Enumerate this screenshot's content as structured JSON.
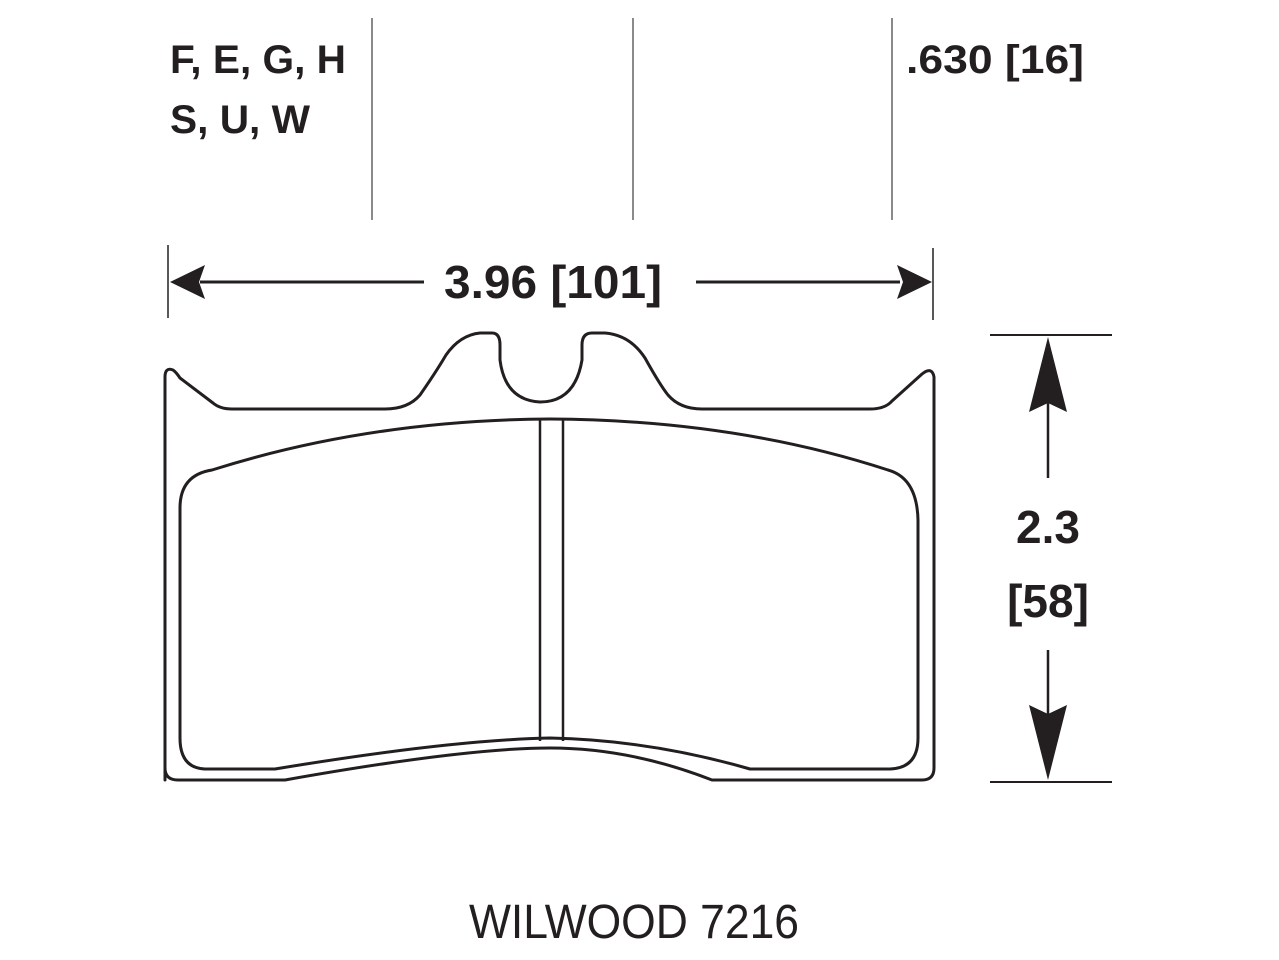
{
  "drawing": {
    "compounds": {
      "line1": "F, E, G, H",
      "line2": "S, U, W"
    },
    "thickness": ".630 [16]",
    "width": "3.96 [101]",
    "height": {
      "inches": "2.3",
      "mm": "[58]"
    },
    "part_label": "WILWOOD 7216",
    "colors": {
      "outline": "#231f20",
      "reference_line": "#8a8a8a",
      "background": "#ffffff"
    }
  }
}
